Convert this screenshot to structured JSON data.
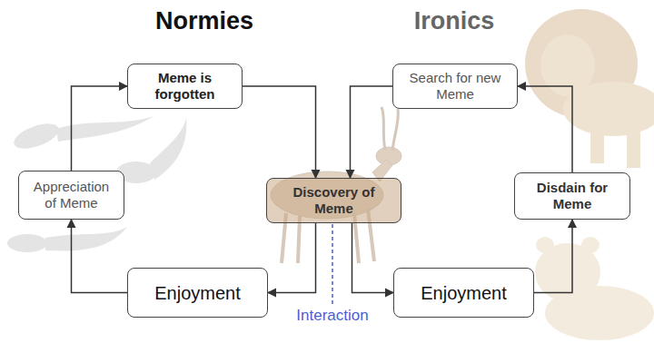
{
  "diagram": {
    "nodes": [
      {
        "text": [
          "Meme is forgotten"
        ]
      },
      {
        "text": [
          "Search for new Meme"
        ]
      },
      {
        "text": [
          "Appreciation of Meme"
        ]
      },
      {
        "text": [
          "Discovery of Meme"
        ]
      },
      {
        "text": [
          "Disdain for Meme"
        ]
      },
      {
        "text": [
          "Enjoyment"
        ]
      },
      {
        "text": [
          "Enjoyment"
        ]
      }
    ],
    "edges": [
      {
        "from": 0,
        "to": 3,
        "arrow": "to"
      },
      {
        "from": 1,
        "to": 3,
        "arrow": "to"
      },
      {
        "from": 3,
        "to": 5,
        "arrow": "to"
      },
      {
        "from": 3,
        "to": 6,
        "arrow": "to"
      },
      {
        "from": 5,
        "to": 2,
        "arrow": "to"
      },
      {
        "from": 2,
        "to": 0,
        "arrow": "to"
      },
      {
        "from": 6,
        "to": 4,
        "arrow": "to"
      },
      {
        "from": 4,
        "to": 1,
        "arrow": "to"
      }
    ],
    "labels": [
      "Normies",
      "Ironics",
      "Interaction"
    ]
  }
}
